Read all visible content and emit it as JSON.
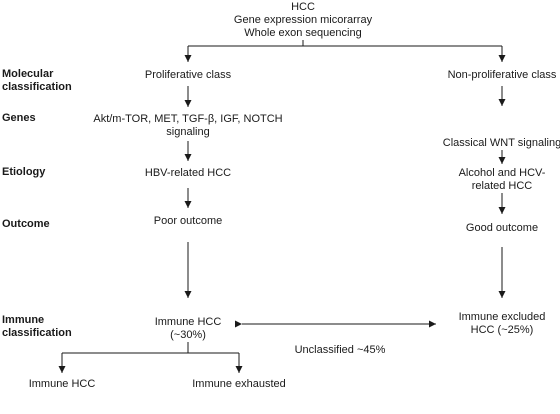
{
  "top": {
    "line1": "HCC",
    "line2": "Gene expression micorarray",
    "line3": "Whole exon sequencing"
  },
  "row_labels": {
    "molecular_1": "Molecular",
    "molecular_2": "classification",
    "genes": "Genes",
    "etiology": "Etiology",
    "outcome": "Outcome",
    "immune_1": "Immune",
    "immune_2": "classification"
  },
  "left": {
    "class": "Proliferative class",
    "genes_1": "Akt/m-TOR, MET, TGF-β, IGF, NOTCH",
    "genes_2": "signaling",
    "etiology": "HBV-related HCC",
    "outcome": "Poor outcome",
    "immune_1": "Immune HCC",
    "immune_2": "(~30%)",
    "sub_1": "Immune HCC",
    "sub_2": "Immune exhausted"
  },
  "right": {
    "class": "Non-proliferative class",
    "genes": "Classical WNT signaling",
    "etiology_1": "Alcohol and HCV-",
    "etiology_2": "related HCC",
    "outcome": "Good outcome",
    "immune_1": "Immune excluded",
    "immune_2": "HCC (~25%)"
  },
  "middle": {
    "unclassified": "Unclassified ~45%"
  }
}
